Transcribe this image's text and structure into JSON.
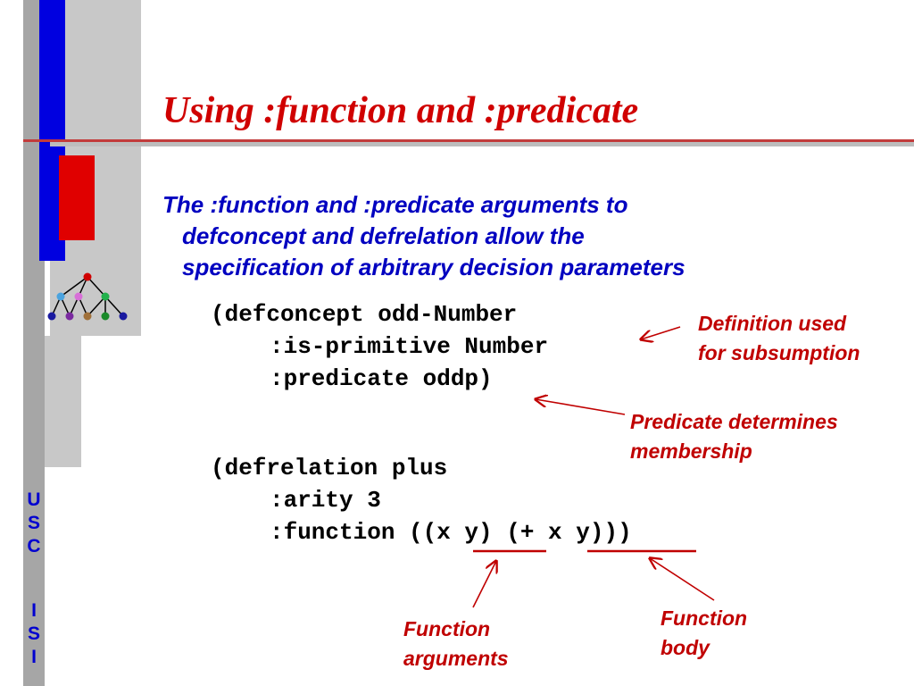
{
  "slide": {
    "title": "Using :function and :predicate",
    "bullet_lines": [
      "The :function and :predicate arguments to",
      "defconcept and defrelation allow the",
      "specification of arbitrary decision parameters"
    ],
    "code_block_1": [
      "(defconcept odd-Number",
      ":is-primitive Number",
      ":predicate oddp)"
    ],
    "code_block_2": [
      "(defrelation plus",
      ":arity 3",
      ":function ((x y) (+ x y)))"
    ],
    "annotations": {
      "definition": [
        "Definition used",
        "for subsumption"
      ],
      "predicate": [
        "Predicate determines",
        "membership"
      ],
      "function_arguments": [
        "Function",
        "arguments"
      ],
      "function_body": [
        "Function",
        "body"
      ]
    },
    "sidebar_letters": [
      "U",
      "S",
      "C",
      "I",
      "S",
      "I"
    ],
    "logo_icon": "tree-hierarchy-icon",
    "colors": {
      "title": "#d00000",
      "bullet": "#0000c0",
      "annotation": "#c00000",
      "sidebar_blue": "#0000e0",
      "sidebar_red": "#e00000"
    }
  }
}
